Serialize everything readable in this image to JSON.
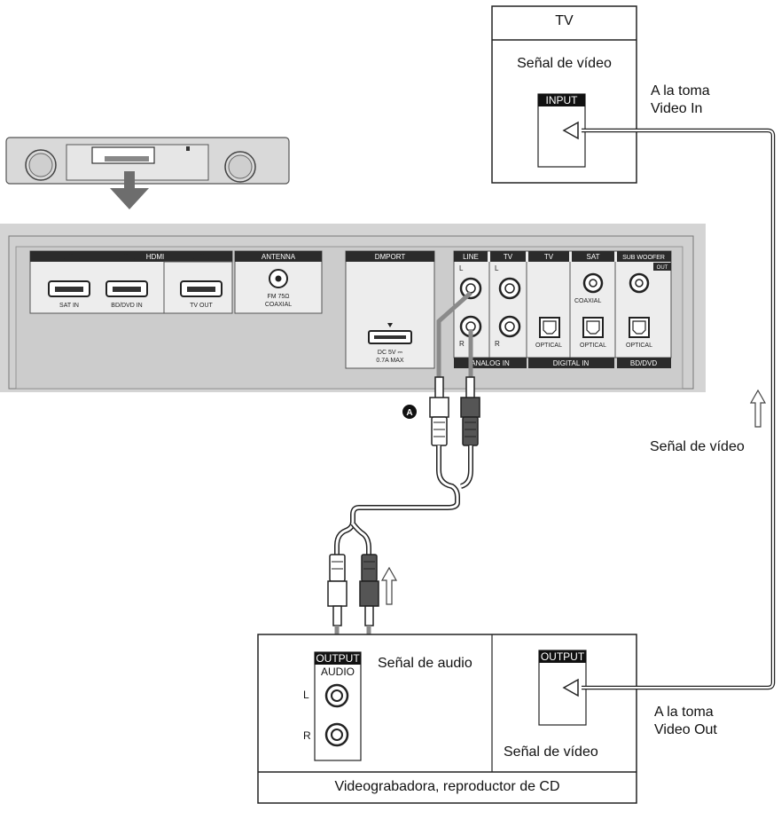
{
  "tv_box": {
    "title": "TV",
    "signal_label": "Señal de vídeo",
    "port_label": "INPUT"
  },
  "to_video_in": [
    "A la toma",
    "Video In"
  ],
  "video_signal_side": "Señal de vídeo",
  "to_video_out": [
    "A la toma",
    "Video Out"
  ],
  "source_box": {
    "name": "Videograbadora, reproductor de CD",
    "audio_port_label": "OUTPUT",
    "audio_sub_label": "AUDIO",
    "left_label": "L",
    "right_label": "R",
    "audio_signal_label": "Señal de audio",
    "video_port_label": "OUTPUT",
    "video_signal_label": "Señal de vídeo"
  },
  "marker": "A",
  "panel": {
    "hdmi_header": "HDMI",
    "hdmi_ports": [
      "SAT IN",
      "BD/DVD IN",
      "TV OUT"
    ],
    "antenna_header": "ANTENNA",
    "antenna_label": [
      "FM 75Ω",
      "COAXIAL"
    ],
    "dmport_header": "DMPORT",
    "dmport_label": [
      "DC 5V ⎓",
      "0.7A MAX"
    ],
    "line_header": "LINE",
    "tv_analog_header": "TV",
    "tv_digital_header": "TV",
    "sat_header": "SAT",
    "subwoofer_header": "SUB WOOFER",
    "subwoofer_out": "OUT",
    "l": "L",
    "r": "R",
    "coaxial": "COAXIAL",
    "optical": "OPTICAL",
    "analog_in": "ANALOG IN",
    "digital_in": "DIGITAL IN",
    "bd_dvd": "BD/DVD"
  }
}
